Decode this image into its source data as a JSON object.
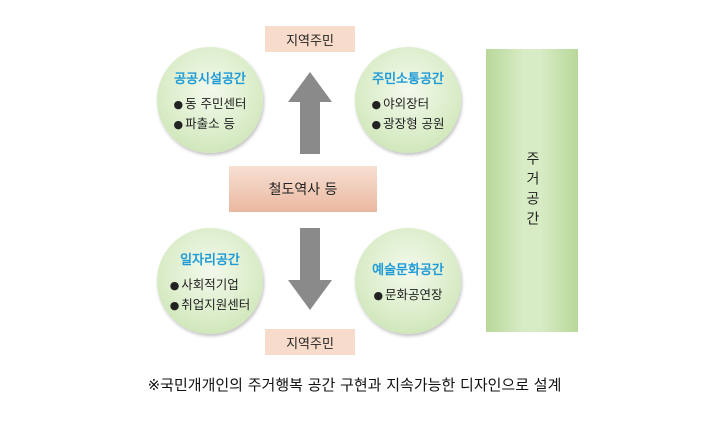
{
  "top_label": "지역주민",
  "bottom_label": "지역주민",
  "center": "철도역사 등",
  "residence": "주거공간",
  "footnote": "※국민개개인의 주거행복 공간 구현과 지속가능한 디자인으로 설계",
  "circles": {
    "top_left": {
      "title": "공공시설공간",
      "items": [
        "동 주민센터",
        "파출소 등"
      ]
    },
    "top_right": {
      "title": "주민소통공간",
      "items": [
        "야외장터",
        "광장형 공원"
      ]
    },
    "bottom_left": {
      "title": "일자리공간",
      "items": [
        "사회적기업",
        "취업지원센터"
      ]
    },
    "bottom_right": {
      "title": "예술문화공간",
      "items": [
        "문화공연장"
      ]
    }
  },
  "bullet": "●",
  "colors": {
    "circle_title": "#1f9bd8",
    "label_box": "#f7dccb",
    "arrow": "#8a8a8a",
    "residence": "#c8e2b0"
  },
  "arrows": {
    "upper": "arrow-up",
    "lower": "arrow-down"
  }
}
